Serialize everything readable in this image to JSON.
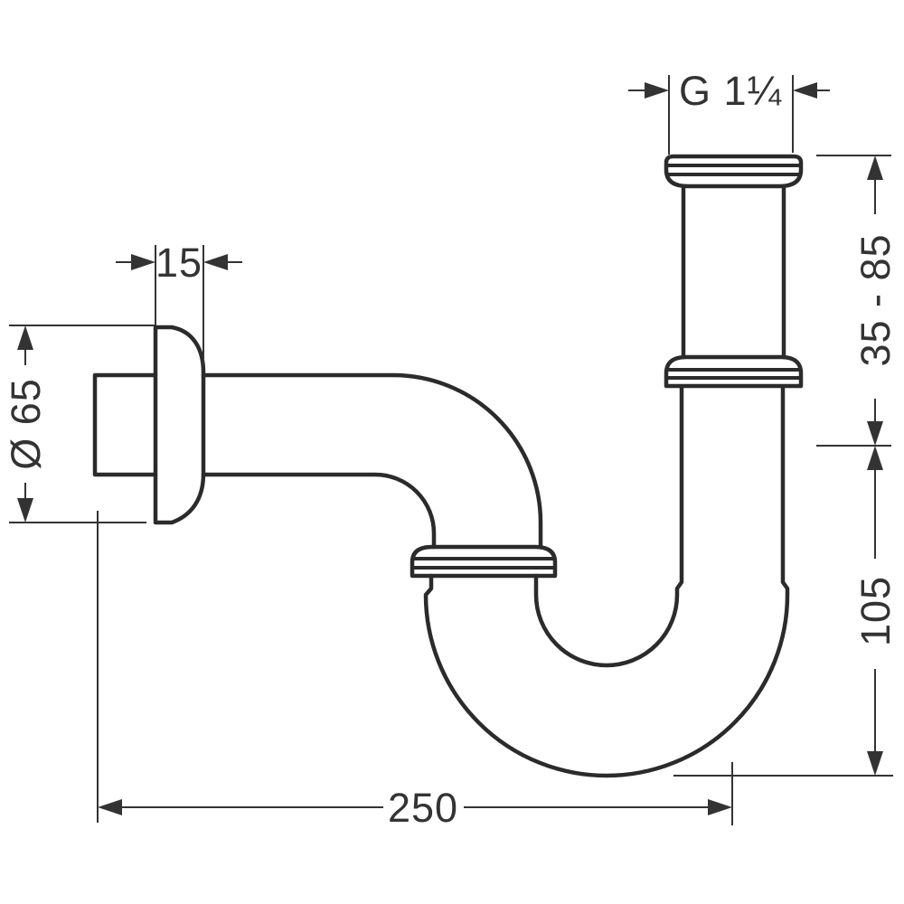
{
  "drawing": {
    "type": "technical-dimension-drawing",
    "subject": "pipe-trap-siphon",
    "colors": {
      "background": "#ffffff",
      "outline": "#2b2b2b",
      "dimension": "#333333"
    },
    "dimensions": {
      "thread_size": "G 1¼",
      "escutcheon_depth": "15",
      "escutcheon_diameter": "Ø 65",
      "inlet_height_range": "35 - 85",
      "trap_depth": "105",
      "wall_to_axis": "250"
    }
  }
}
